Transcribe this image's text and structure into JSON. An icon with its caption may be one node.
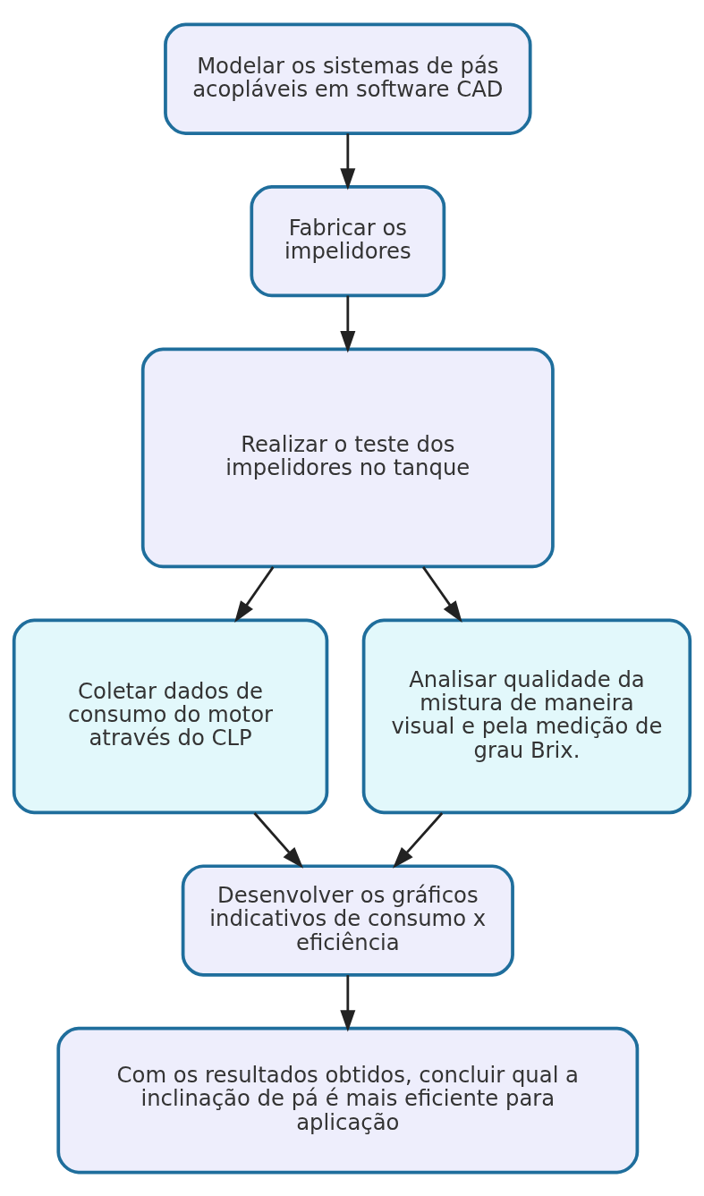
{
  "diagram": {
    "nodes": [
      {
        "text": [
          "Modelar os sistemas de pás acopláveis em software CAD"
        ]
      },
      {
        "text": [
          "Fabricar os impelidores"
        ]
      },
      {
        "text": [
          "Realizar o teste dos impelidores no tanque"
        ]
      },
      {
        "text": [
          "Coletar dados de consumo do motor através do CLP"
        ]
      },
      {
        "text": [
          "Analisar qualidade da mistura de maneira visual e pela medição de grau Brix."
        ]
      },
      {
        "text": [
          "Desenvolver os gráficos indicativos de consumo x eficiência"
        ]
      },
      {
        "text": [
          "Com os resultados obtidos, concluir qual a inclinação de pá é mais eficiente para aplicação"
        ]
      }
    ],
    "edges": [
      {
        "from": 0,
        "to": 1,
        "arrow": "to"
      },
      {
        "from": 1,
        "to": 2,
        "arrow": "to"
      },
      {
        "from": 2,
        "to": 3,
        "arrow": "to"
      },
      {
        "from": 2,
        "to": 4,
        "arrow": "to"
      },
      {
        "from": 3,
        "to": 5,
        "arrow": "to"
      },
      {
        "from": 4,
        "to": 5,
        "arrow": "to"
      },
      {
        "from": 5,
        "to": 6,
        "arrow": "to"
      }
    ]
  }
}
